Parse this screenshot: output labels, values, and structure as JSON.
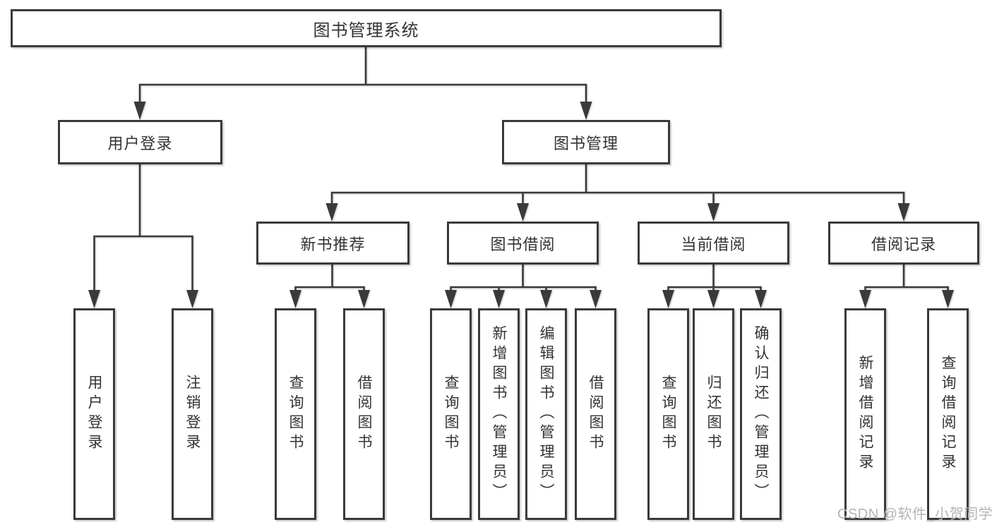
{
  "colors": {
    "line": "#3a3a3a",
    "box_border": "#3a3a3a",
    "box_fill": "#ffffff",
    "text": "#333333",
    "watermark": "#b4b4b4",
    "background": "#ffffff"
  },
  "tree": {
    "root": {
      "label": "图书管理系统"
    },
    "level1": [
      {
        "label": "用户登录"
      },
      {
        "label": "图书管理"
      }
    ],
    "level2": [
      {
        "label": "新书推荐"
      },
      {
        "label": "图书借阅"
      },
      {
        "label": "当前借阅"
      },
      {
        "label": "借阅记录"
      }
    ],
    "leaves": {
      "user_login": [
        {
          "label": "用户登录"
        },
        {
          "label": "注销登录"
        }
      ],
      "new_books": [
        {
          "label": "查询图书"
        },
        {
          "label": "借阅图书"
        }
      ],
      "book_borrowing": [
        {
          "label": "查询图书"
        },
        {
          "label": "新增图书（管理员）"
        },
        {
          "label": "编辑图书（管理员）"
        },
        {
          "label": "借阅图书"
        }
      ],
      "current_borrowing": [
        {
          "label": "查询图书"
        },
        {
          "label": "归还图书"
        },
        {
          "label": "确认归还（管理员）"
        }
      ],
      "borrowing_records": [
        {
          "label": "新增借阅记录"
        },
        {
          "label": "查询借阅记录"
        }
      ]
    }
  },
  "watermark": {
    "text": "CSDN @软件_小贺同学"
  }
}
